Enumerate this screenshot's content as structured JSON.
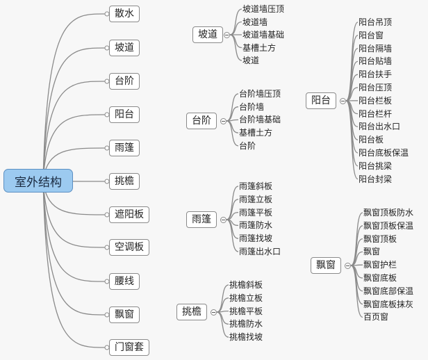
{
  "root": {
    "label": "室外结构"
  },
  "topics": [
    "散水",
    "坡道",
    "台阶",
    "阳台",
    "雨篷",
    "挑檐",
    "遮阳板",
    "空调板",
    "腰线",
    "飘窗",
    "门窗套"
  ],
  "details": [
    {
      "label": "坡道",
      "children": [
        "坡道墙压顶",
        "坡道墙",
        "坡道墙基础",
        "基槽土方",
        "坡道"
      ]
    },
    {
      "label": "台阶",
      "children": [
        "台阶墙压顶",
        "台阶墙",
        "台阶墙基础",
        "基槽土方",
        "台阶"
      ]
    },
    {
      "label": "阳台",
      "children": [
        "阳台吊顶",
        "阳台窗",
        "阳台隔墙",
        "阳台贴墙",
        "阳台扶手",
        "阳台压顶",
        "阳台栏板",
        "阳台栏杆",
        "阳台出水口",
        "阳台板",
        "阳台底板保温",
        "阳台挑梁",
        "阳台封梁"
      ]
    },
    {
      "label": "雨篷",
      "children": [
        "雨篷斜板",
        "雨篷立板",
        "雨篷平板",
        "雨篷防水",
        "雨篷找坡",
        "雨篷出水口"
      ]
    },
    {
      "label": "挑檐",
      "children": [
        "挑檐斜板",
        "挑檐立板",
        "挑檐平板",
        "挑檐防水",
        "挑檐找坡"
      ]
    },
    {
      "label": "飘窗",
      "children": [
        "飘窗顶板防水",
        "飘窗顶板保温",
        "飘窗顶板",
        "飘窗",
        "飘窗护栏",
        "飘窗底板",
        "飘窗底部保温",
        "飘窗底板抹灰",
        "百页窗"
      ]
    }
  ],
  "colors": {
    "root_fill": "#9ccaf0",
    "root_border": "#5b8fc2",
    "line": "#8a8a8a"
  }
}
